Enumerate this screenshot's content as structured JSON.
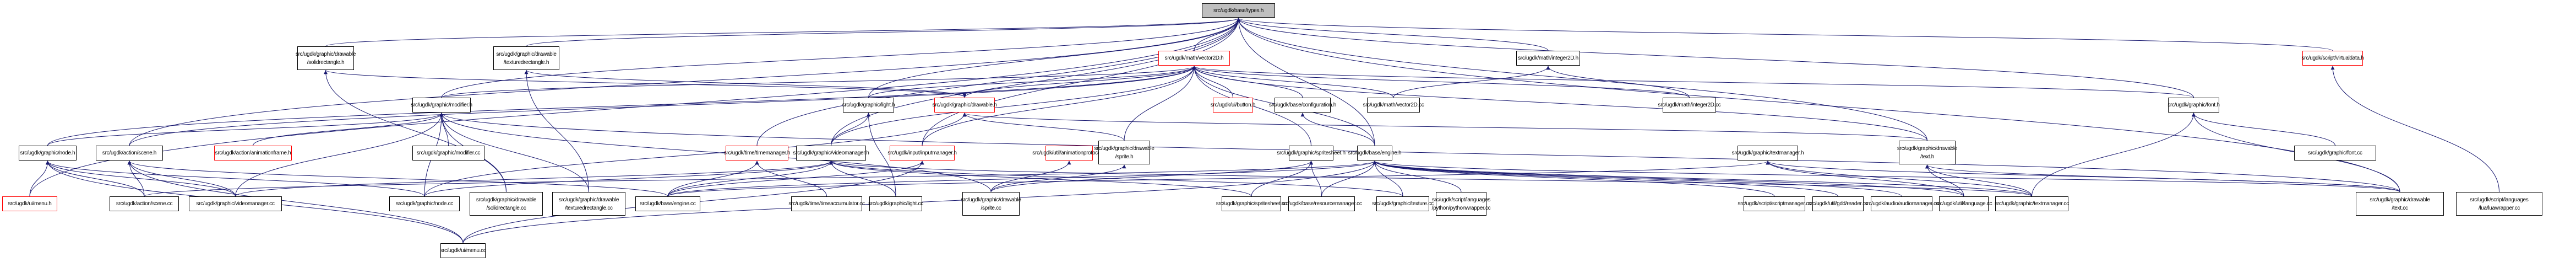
{
  "title": "Include dependency graph (included by) for src/ugdk/base/types.h",
  "colors": {
    "edge": "#191970",
    "normal_border": "#000000",
    "incomplete_border": "#ff0000",
    "root_fill": "#bfbfbf"
  },
  "nodes": {
    "types_h": {
      "label": "src/ugdk/base/types.h",
      "kind": "root"
    },
    "solidrect_h": {
      "label": "src/ugdk/graphic/drawable\n/solidrectangle.h",
      "kind": "normal"
    },
    "texrect_h": {
      "label": "src/ugdk/graphic/drawable\n/texturedrectangle.h",
      "kind": "normal"
    },
    "vector2d_h": {
      "label": "src/ugdk/math/vector2D.h",
      "kind": "incomplete"
    },
    "integer2d_h": {
      "label": "src/ugdk/math/integer2D.h",
      "kind": "normal"
    },
    "virtualdata_h": {
      "label": "src/ugdk/script/virtualdata.h",
      "kind": "incomplete"
    },
    "modifier_h": {
      "label": "src/ugdk/graphic/modifier.h",
      "kind": "normal"
    },
    "light_h": {
      "label": "src/ugdk/graphic/light.h",
      "kind": "normal"
    },
    "drawable_h": {
      "label": "src/ugdk/graphic/drawable.h",
      "kind": "incomplete"
    },
    "button_h": {
      "label": "src/ugdk/ui/button.h",
      "kind": "incomplete"
    },
    "configuration_h": {
      "label": "src/ugdk/base/configuration.h",
      "kind": "normal"
    },
    "vector2d_cc": {
      "label": "src/ugdk/math/vector2D.cc",
      "kind": "normal"
    },
    "integer2d_cc": {
      "label": "src/ugdk/math/integer2D.cc",
      "kind": "normal"
    },
    "font_h": {
      "label": "src/ugdk/graphic/font.h",
      "kind": "normal"
    },
    "node_h": {
      "label": "src/ugdk/graphic/node.h",
      "kind": "normal"
    },
    "scene_h": {
      "label": "src/ugdk/action/scene.h",
      "kind": "normal"
    },
    "animframe_h": {
      "label": "src/ugdk/action/animationframe.h",
      "kind": "incomplete"
    },
    "modifier_cc": {
      "label": "src/ugdk/graphic/modifier.cc",
      "kind": "normal"
    },
    "timemanager_h": {
      "label": "src/ugdk/time/timemanager.h",
      "kind": "incomplete"
    },
    "videomanager_h": {
      "label": "src/ugdk/graphic/videomanager.h",
      "kind": "normal"
    },
    "inputmanager_h": {
      "label": "src/ugdk/input/inputmanager.h",
      "kind": "incomplete"
    },
    "animprotocol_h": {
      "label": "src/ugdk/util/animationprotocol.h",
      "kind": "incomplete"
    },
    "sprite_h": {
      "label": "src/ugdk/graphic/drawable\n/sprite.h",
      "kind": "normal"
    },
    "spritesheet_h": {
      "label": "src/ugdk/graphic/spritesheet.h",
      "kind": "normal"
    },
    "engine_h": {
      "label": "src/ugdk/base/engine.h",
      "kind": "normal"
    },
    "textmanager_h": {
      "label": "src/ugdk/graphic/textmanager.h",
      "kind": "normal"
    },
    "text_h": {
      "label": "src/ugdk/graphic/drawable\n/text.h",
      "kind": "normal"
    },
    "font_cc": {
      "label": "src/ugdk/graphic/font.cc",
      "kind": "normal"
    },
    "menu_h": {
      "label": "src/ugdk/ui/menu.h",
      "kind": "incomplete"
    },
    "scene_cc": {
      "label": "src/ugdk/action/scene.cc",
      "kind": "normal"
    },
    "videomanager_cc": {
      "label": "src/ugdk/graphic/videomanager.cc",
      "kind": "normal"
    },
    "node_cc": {
      "label": "src/ugdk/graphic/node.cc",
      "kind": "normal"
    },
    "solidrect_cc": {
      "label": "src/ugdk/graphic/drawable\n/solidrectangle.cc",
      "kind": "normal"
    },
    "texrect_cc": {
      "label": "src/ugdk/graphic/drawable\n/texturedrectangle.cc",
      "kind": "normal"
    },
    "engine_cc": {
      "label": "src/ugdk/base/engine.cc",
      "kind": "normal"
    },
    "timeacc_cc": {
      "label": "src/ugdk/time/timeaccumulator.cc",
      "kind": "normal"
    },
    "light_cc": {
      "label": "src/ugdk/graphic/light.cc",
      "kind": "normal"
    },
    "sprite_cc": {
      "label": "src/ugdk/graphic/drawable\n/sprite.cc",
      "kind": "normal"
    },
    "spritesheet_cc": {
      "label": "src/ugdk/graphic/spritesheet.cc",
      "kind": "normal"
    },
    "resourcemanager_cc": {
      "label": "src/ugdk/base/resourcemanager.cc",
      "kind": "normal"
    },
    "texture_cc": {
      "label": "src/ugdk/graphic/texture.cc",
      "kind": "normal"
    },
    "pythonwrapper_cc": {
      "label": "src/ugdk/script/languages\n/python/pythonwrapper.cc",
      "kind": "normal"
    },
    "scriptmanager_cc": {
      "label": "src/ugdk/script/scriptmanager.cc",
      "kind": "normal"
    },
    "gddreader_cc": {
      "label": "src/ugdk/util/gdd/reader.cc",
      "kind": "normal"
    },
    "audiomanager_cc": {
      "label": "src/ugdk/audio/audiomanager.cc",
      "kind": "normal"
    },
    "language_cc": {
      "label": "src/ugdk/util/language.cc",
      "kind": "normal"
    },
    "textmanager_cc": {
      "label": "src/ugdk/graphic/textmanager.cc",
      "kind": "normal"
    },
    "text_cc": {
      "label": "src/ugdk/graphic/drawable\n/text.cc",
      "kind": "normal"
    },
    "luawrapper_cc": {
      "label": "src/ugdk/script/languages\n/lua/luawrapper.cc",
      "kind": "normal"
    },
    "menu_cc": {
      "label": "src/ugdk/ui/menu.cc",
      "kind": "normal"
    }
  },
  "edges": [
    [
      "solidrect_h",
      "types_h"
    ],
    [
      "texrect_h",
      "types_h"
    ],
    [
      "vector2d_h",
      "types_h"
    ],
    [
      "integer2d_h",
      "types_h"
    ],
    [
      "virtualdata_h",
      "types_h"
    ],
    [
      "modifier_h",
      "types_h"
    ],
    [
      "light_h",
      "types_h"
    ],
    [
      "scene_h",
      "types_h"
    ],
    [
      "menu_h",
      "types_h"
    ],
    [
      "videomanager_h",
      "types_h"
    ],
    [
      "timemanager_h",
      "types_h"
    ],
    [
      "inputmanager_h",
      "types_h"
    ],
    [
      "engine_h",
      "types_h"
    ],
    [
      "font_h",
      "types_h"
    ],
    [
      "text_cc",
      "types_h"
    ],
    [
      "text_h",
      "types_h"
    ],
    [
      "modifier_h",
      "vector2d_h"
    ],
    [
      "light_h",
      "vector2d_h"
    ],
    [
      "drawable_h",
      "vector2d_h"
    ],
    [
      "button_h",
      "vector2d_h"
    ],
    [
      "configuration_h",
      "vector2d_h"
    ],
    [
      "vector2d_cc",
      "vector2d_h"
    ],
    [
      "integer2d_cc",
      "vector2d_h"
    ],
    [
      "sprite_h",
      "vector2d_h"
    ],
    [
      "spritesheet_h",
      "vector2d_h"
    ],
    [
      "engine_h",
      "vector2d_h"
    ],
    [
      "node_h",
      "vector2d_h"
    ],
    [
      "scene_h",
      "vector2d_h"
    ],
    [
      "videomanager_h",
      "vector2d_h"
    ],
    [
      "inputmanager_h",
      "vector2d_h"
    ],
    [
      "font_h",
      "vector2d_h"
    ],
    [
      "text_h",
      "vector2d_h"
    ],
    [
      "vector2d_cc",
      "integer2d_h"
    ],
    [
      "integer2d_cc",
      "integer2d_h"
    ],
    [
      "luawrapper_cc",
      "virtualdata_h"
    ],
    [
      "solidrect_cc",
      "solidrect_h"
    ],
    [
      "texrect_cc",
      "texrect_h"
    ],
    [
      "node_h",
      "modifier_h"
    ],
    [
      "modifier_cc",
      "modifier_h"
    ],
    [
      "node_cc",
      "modifier_h"
    ],
    [
      "solidrect_cc",
      "modifier_h"
    ],
    [
      "texrect_cc",
      "modifier_h"
    ],
    [
      "videomanager_cc",
      "modifier_h"
    ],
    [
      "sprite_cc",
      "modifier_h"
    ],
    [
      "text_cc",
      "modifier_h"
    ],
    [
      "videomanager_h",
      "light_h"
    ],
    [
      "light_cc",
      "light_h"
    ],
    [
      "solidrect_h",
      "drawable_h"
    ],
    [
      "texrect_h",
      "drawable_h"
    ],
    [
      "sprite_h",
      "drawable_h"
    ],
    [
      "text_h",
      "drawable_h"
    ],
    [
      "node_cc",
      "drawable_h"
    ],
    [
      "engine_h",
      "configuration_h"
    ],
    [
      "font_cc",
      "font_h"
    ],
    [
      "textmanager_cc",
      "font_h"
    ],
    [
      "text_cc",
      "font_h"
    ],
    [
      "menu_h",
      "node_h"
    ],
    [
      "node_cc",
      "node_h"
    ],
    [
      "scene_cc",
      "node_h"
    ],
    [
      "videomanager_cc",
      "node_h"
    ],
    [
      "menu_cc",
      "node_h"
    ],
    [
      "scene_cc",
      "scene_h"
    ],
    [
      "engine_cc",
      "scene_h"
    ],
    [
      "videomanager_cc",
      "scene_h"
    ],
    [
      "menu_cc",
      "scene_h"
    ],
    [
      "animframe_h",
      "modifier_h"
    ],
    [
      "timeacc_cc",
      "timemanager_h"
    ],
    [
      "engine_cc",
      "timemanager_h"
    ],
    [
      "videomanager_cc",
      "videomanager_h"
    ],
    [
      "engine_cc",
      "videomanager_h"
    ],
    [
      "light_cc",
      "videomanager_h"
    ],
    [
      "node_cc",
      "videomanager_h"
    ],
    [
      "spritesheet_cc",
      "videomanager_h"
    ],
    [
      "texture_cc",
      "videomanager_h"
    ],
    [
      "textmanager_cc",
      "videomanager_h"
    ],
    [
      "engine_cc",
      "inputmanager_h"
    ],
    [
      "menu_cc",
      "inputmanager_h"
    ],
    [
      "sprite_cc",
      "animprotocol_h"
    ],
    [
      "sprite_cc",
      "sprite_h"
    ],
    [
      "spritesheet_cc",
      "spritesheet_h"
    ],
    [
      "sprite_cc",
      "spritesheet_h"
    ],
    [
      "resourcemanager_cc",
      "spritesheet_h"
    ],
    [
      "engine_cc",
      "engine_h"
    ],
    [
      "scene_cc",
      "engine_h"
    ],
    [
      "menu_cc",
      "engine_h"
    ],
    [
      "resourcemanager_cc",
      "engine_h"
    ],
    [
      "texture_cc",
      "engine_h"
    ],
    [
      "pythonwrapper_cc",
      "engine_h"
    ],
    [
      "scriptmanager_cc",
      "engine_h"
    ],
    [
      "gddreader_cc",
      "engine_h"
    ],
    [
      "audiomanager_cc",
      "engine_h"
    ],
    [
      "language_cc",
      "engine_h"
    ],
    [
      "textmanager_cc",
      "engine_h"
    ],
    [
      "text_cc",
      "engine_h"
    ],
    [
      "engine_cc",
      "textmanager_h"
    ],
    [
      "language_cc",
      "textmanager_h"
    ],
    [
      "textmanager_cc",
      "textmanager_h"
    ],
    [
      "text_cc",
      "textmanager_h"
    ],
    [
      "language_cc",
      "text_h"
    ],
    [
      "textmanager_cc",
      "text_h"
    ],
    [
      "text_cc",
      "text_h"
    ]
  ]
}
